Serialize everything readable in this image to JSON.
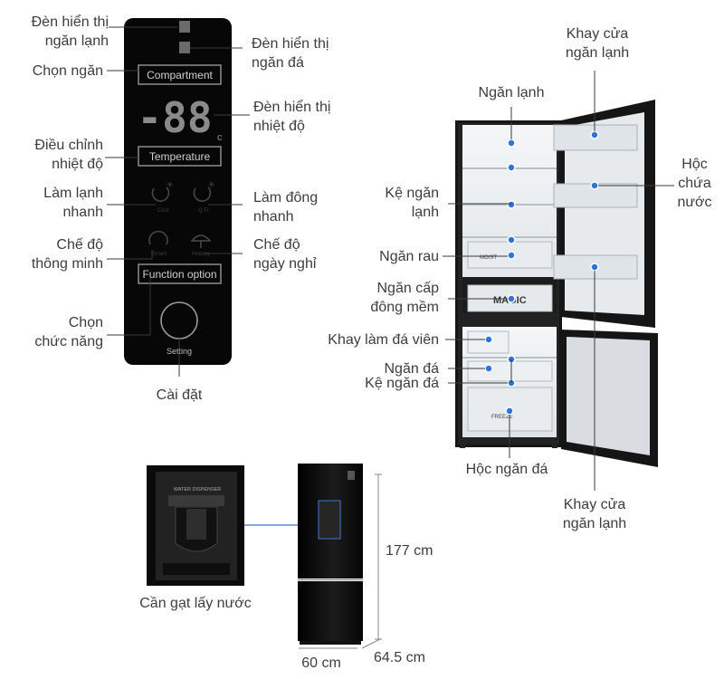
{
  "control_panel": {
    "buttons": {
      "compartment": "Compartment",
      "temperature": "Temperature",
      "function_option": "Function option",
      "setting": "Setting",
      "quick_cool": "Cool",
      "quick_freeze": "Q.Fr",
      "smart": "Smart",
      "holiday": "Holiday"
    },
    "temperature_display": "-88",
    "temperature_unit": "c"
  },
  "panel_labels": {
    "fridge_indicator": "Đèn hiển thị\nngăn lạnh",
    "ice_indicator": "Đèn hiển thị\nngăn đá",
    "select_compartment": "Chọn ngăn",
    "temp_indicator": "Đèn hiển thị\nnhiệt độ",
    "adjust_temp": "Điều chỉnh\nnhiệt độ",
    "quick_cool": "Làm lạnh\nnhanh",
    "quick_freeze": "Làm đông\nnhanh",
    "smart_mode": "Chế độ\nthông minh",
    "holiday_mode": "Chế độ\nngày nghỉ",
    "select_function": "Chọn\nchức năng",
    "setting": "Cài đặt"
  },
  "fridge_labels": {
    "fridge_compartment": "Ngăn lạnh",
    "fridge_shelf": "Kệ ngăn\nlạnh",
    "vegetable_drawer": "Ngăn rau",
    "soft_freeze": "Ngăn cấp\nđông mềm",
    "ice_tray": "Khay làm đá viên",
    "freezer": "Ngăn đá",
    "freezer_shelf": "Kệ ngăn đá",
    "freezer_drawer": "Hộc ngăn đá",
    "door_tray_top": "Khay cửa\nngăn lạnh",
    "water_tank": "Hộc\nchứa\nnước",
    "door_tray_bottom": "Khay cửa\nngăn lạnh"
  },
  "fridge_inner_text": {
    "moist": "MOIST",
    "magic": "MAGIC",
    "freeze": "FREEZE"
  },
  "dispenser": {
    "title": "WATER DISPENSER",
    "caption": "Cần gạt lấy nước"
  },
  "dimensions": {
    "height": "177 cm",
    "width": "60 cm",
    "depth": "64.5 cm"
  },
  "colors": {
    "accent_blue": "#2f74d8",
    "panel_black": "#0a0a0a",
    "fridge_black": "#111111"
  }
}
